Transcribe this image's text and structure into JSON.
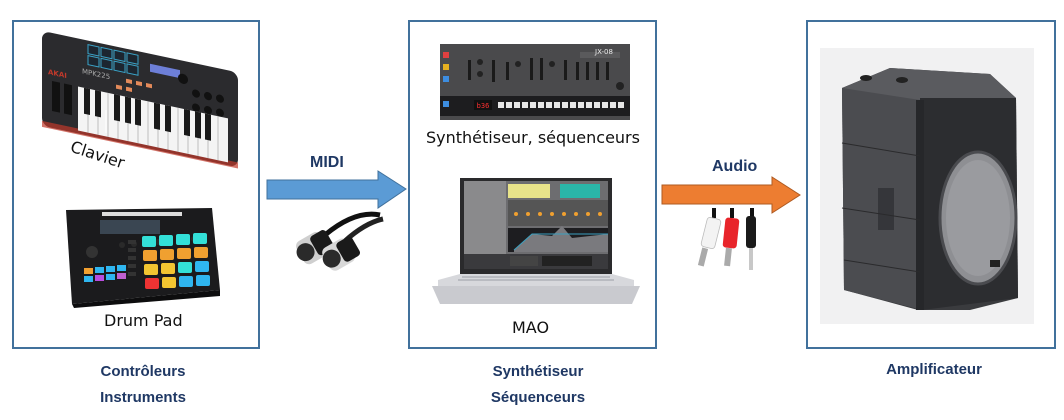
{
  "colors": {
    "box_border": "#41719c",
    "midi_arrow": "#5b9bd5",
    "audio_arrow": "#ed7d31",
    "caption": "#1f3864"
  },
  "left_box": {
    "keyboard_label": "Clavier",
    "drumpad_label": "Drum Pad",
    "keyboard_brand": "AKAI",
    "keyboard_model": "MPK225"
  },
  "middle_box": {
    "synth_label": "Synthétiseur, séquenceurs",
    "synth_model": "JX-08",
    "synth_display": "b36",
    "daw_label": "MAO"
  },
  "arrows": {
    "midi_label": "MIDI",
    "audio_label": "Audio"
  },
  "captions": {
    "left_line1": "Contrôleurs",
    "left_line2": "Instruments",
    "middle_line1": "Synthétiseur",
    "middle_line2": "Séquenceurs",
    "right_line1": "Amplificateur"
  }
}
